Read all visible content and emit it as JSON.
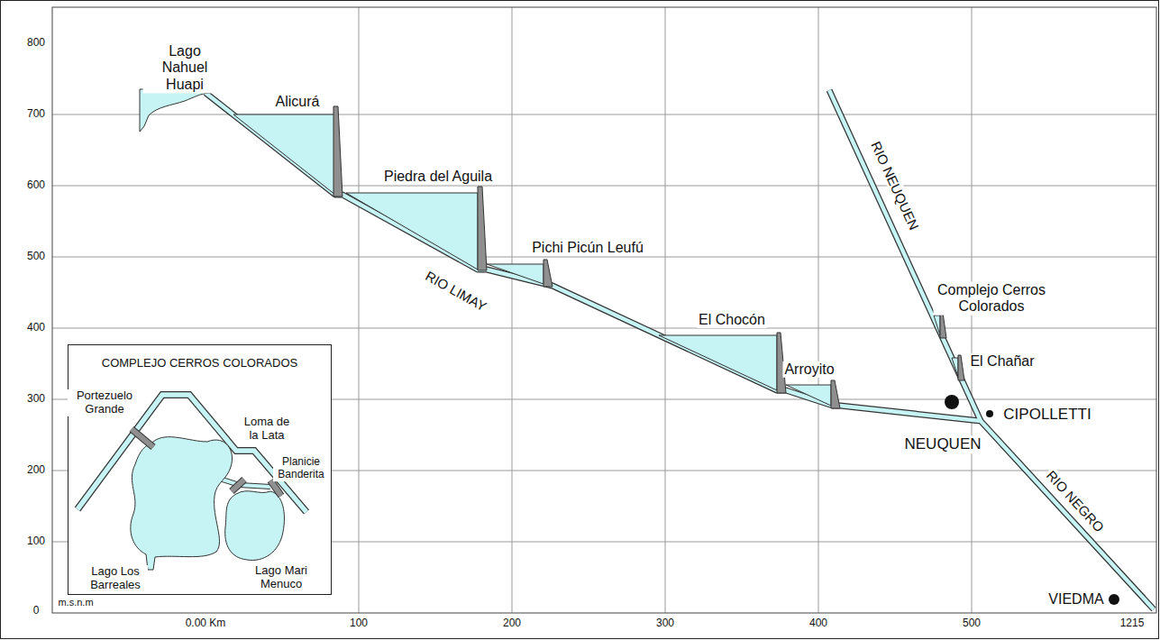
{
  "diagram": {
    "nodes": [
      {
        "text": [
          "COMPLEJO CERROS COLORADOS"
        ]
      }
    ],
    "labels": [
      "Lago Nahuel Huapi",
      "Alicurá",
      "Piedra del Aguila",
      "Pichi Picún Leufú",
      "RIO LIMAY",
      "El Chocón",
      "Arroyito",
      "RIO NEUQUEN",
      "Complejo Cerros Colorados",
      "El Chañar",
      "NEUQUEN",
      "CIPOLLETTI",
      "RIO NEGRO",
      "VIEDMA",
      "800",
      "700",
      "600",
      "500",
      "400",
      "300",
      "200",
      "100",
      "0",
      "m.s.n.m",
      "0.00 Km",
      "100",
      "200",
      "300",
      "400",
      "500",
      "1215",
      "Portezuelo Grande",
      "Loma de la Lata",
      "Planicie Banderita",
      "Lago Los Barreales",
      "Lago Mari Menuco"
    ]
  }
}
